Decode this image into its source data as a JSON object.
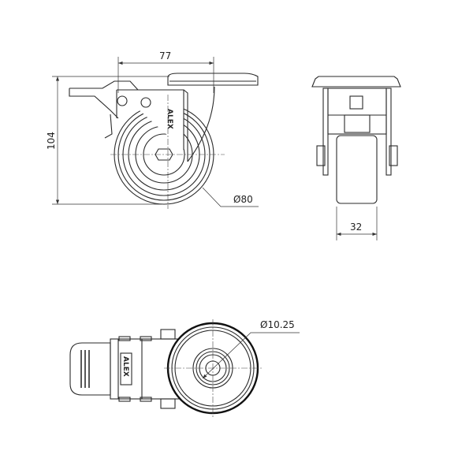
{
  "drawing": {
    "side_view": {
      "dim_offset": "77",
      "dim_height": "104",
      "dim_wheel_diameter": "Ø80",
      "logo_text": "ALEX"
    },
    "front_view": {
      "dim_wheel_width": "32"
    },
    "top_view": {
      "dim_bolt_hole": "Ø10.25",
      "logo_text": "ALEX"
    }
  }
}
